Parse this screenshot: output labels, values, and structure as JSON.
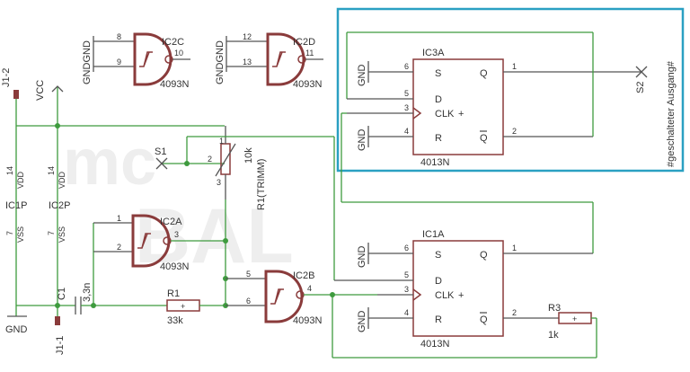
{
  "colors": {
    "wire": "#3e9b3e",
    "body": "#8a3b3b",
    "highlight": "#2aa0c2",
    "text": "#333333"
  },
  "watermark": {
    "line1": "mc",
    "line2": "BAL"
  },
  "connectors": {
    "j1_2": "J1-2",
    "j1_1": "J1-1",
    "vcc": "VCC",
    "gnd": "GND"
  },
  "power_ic1": {
    "name": "IC1P",
    "vdd_pin": "14",
    "vdd": "VDD",
    "vss_pin": "7",
    "vss": "VSS"
  },
  "power_ic2": {
    "name": "IC2P",
    "vdd_pin": "14",
    "vdd": "VDD",
    "vss_pin": "7",
    "vss": "VSS"
  },
  "ic2c": {
    "name": "IC2C",
    "type": "4093N",
    "pin_a": "8",
    "pin_b": "9",
    "pin_out": "10",
    "gnd_label": "GNDGND"
  },
  "ic2d": {
    "name": "IC2D",
    "type": "4093N",
    "pin_a": "12",
    "pin_b": "13",
    "pin_out": "11",
    "gnd_label": "GNDGND"
  },
  "ic2a": {
    "name": "IC2A",
    "type": "4093N",
    "pin_a": "1",
    "pin_b": "2",
    "pin_out": "3"
  },
  "ic2b": {
    "name": "IC2B",
    "type": "4093N",
    "pin_a": "5",
    "pin_b": "6",
    "pin_out": "4"
  },
  "ic3a": {
    "name": "IC3A",
    "type": "4013N",
    "s": "S",
    "d": "D",
    "clk": "CLK",
    "r": "R",
    "q": "Q",
    "qn": "Q",
    "pin_s": "6",
    "pin_d": "5",
    "pin_clk": "3",
    "pin_r": "4",
    "pin_q": "1",
    "pin_qn": "2",
    "gnd1": "GND",
    "gnd2": "GND"
  },
  "ic1a": {
    "name": "IC1A",
    "type": "4013N",
    "s": "S",
    "d": "D",
    "clk": "CLK",
    "r": "R",
    "q": "Q",
    "qn": "Q",
    "pin_s": "6",
    "pin_d": "5",
    "pin_clk": "3",
    "pin_r": "4",
    "pin_q": "1",
    "pin_qn": "2",
    "gnd1": "GND",
    "gnd2": "GND"
  },
  "r1_trim": {
    "name": "R1(TRIMM)",
    "value": "10k",
    "pin1": "1",
    "pin2": "2",
    "pin3": "3"
  },
  "s1": {
    "name": "S1"
  },
  "s2": {
    "name": "S2",
    "label": "#geschalteter Ausgang#"
  },
  "c1": {
    "name": "C1",
    "value": "3,3n"
  },
  "r1": {
    "name": "R1",
    "value": "33k"
  },
  "r3": {
    "name": "R3",
    "value": "1k"
  }
}
